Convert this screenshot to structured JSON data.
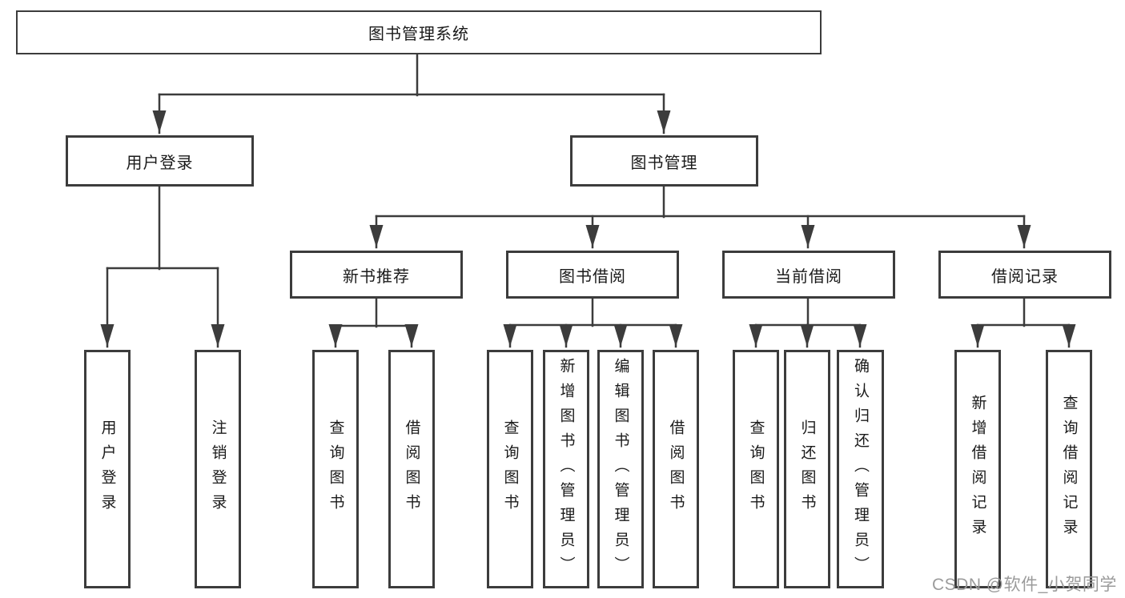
{
  "diagram": {
    "type": "hierarchy-tree",
    "tree": {
      "root": {
        "label": "图书管理系统"
      },
      "level2": [
        {
          "label": "用户登录",
          "children": [
            {
              "label": "用户登录"
            },
            {
              "label": "注销登录"
            }
          ]
        },
        {
          "label": "图书管理",
          "children": [
            {
              "label": "新书推荐",
              "children": [
                {
                  "label": "查询图书"
                },
                {
                  "label": "借阅图书"
                }
              ]
            },
            {
              "label": "图书借阅",
              "children": [
                {
                  "label": "查询图书"
                },
                {
                  "label": "新增图书（管理员）"
                },
                {
                  "label": "编辑图书（管理员）"
                },
                {
                  "label": "借阅图书"
                }
              ]
            },
            {
              "label": "当前借阅",
              "children": [
                {
                  "label": "查询图书"
                },
                {
                  "label": "归还图书"
                },
                {
                  "label": "确认归还（管理员）"
                }
              ]
            },
            {
              "label": "借阅记录",
              "children": [
                {
                  "label": "新增借阅记录"
                },
                {
                  "label": "查询借阅记录"
                }
              ]
            }
          ]
        }
      ]
    },
    "colors": {
      "line": "#3c3c3c",
      "box_border": "#3c3c3c",
      "text": "#1a1a1a",
      "background": "#ffffff",
      "watermark": "#9b9b9b"
    }
  },
  "watermark": {
    "text": "CSDN @软件_小贺同学"
  }
}
